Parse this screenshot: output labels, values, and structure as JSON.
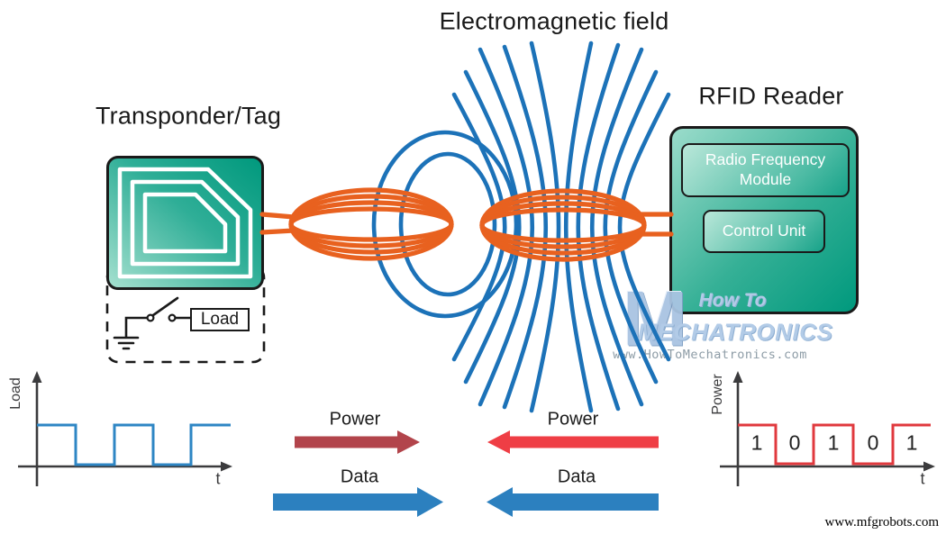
{
  "title": "Electromagnetic field",
  "tag": {
    "label": "Transponder/Tag",
    "load_label": "Load"
  },
  "reader": {
    "label": "RFID Reader",
    "rf_module": "Radio Frequency Module",
    "control_unit": "Control Unit"
  },
  "flow": {
    "power_to_tag": "Power",
    "data_to_tag": "Data",
    "power_to_reader": "Power",
    "data_to_reader": "Data"
  },
  "left_graph": {
    "ylabel": "Load",
    "xlabel": "t",
    "waveform": "square",
    "levels": [
      1,
      0,
      1,
      0,
      1
    ]
  },
  "right_graph": {
    "ylabel": "Power",
    "xlabel": "t",
    "waveform": "square",
    "bits": [
      "1",
      "0",
      "1",
      "0",
      "1"
    ]
  },
  "watermark": {
    "logo": "M",
    "line1": "How To",
    "line2": "MECHATRONICS",
    "url": "www.HowToMechatronics.com"
  },
  "footer": "www.mfgrobots.com",
  "colors": {
    "coil_orange": "#E8611F",
    "field_blue": "#1C72B8",
    "tag_green_light": "#9ADCC9",
    "tag_green_dark": "#00997D",
    "wave_blue": "#2E86C4",
    "wave_red": "#E0393E",
    "arrow_dark_red": "#B2444B",
    "arrow_red": "#EF3E45",
    "arrow_blue": "#2C80BF",
    "axis_gray": "#3B3B3D"
  }
}
